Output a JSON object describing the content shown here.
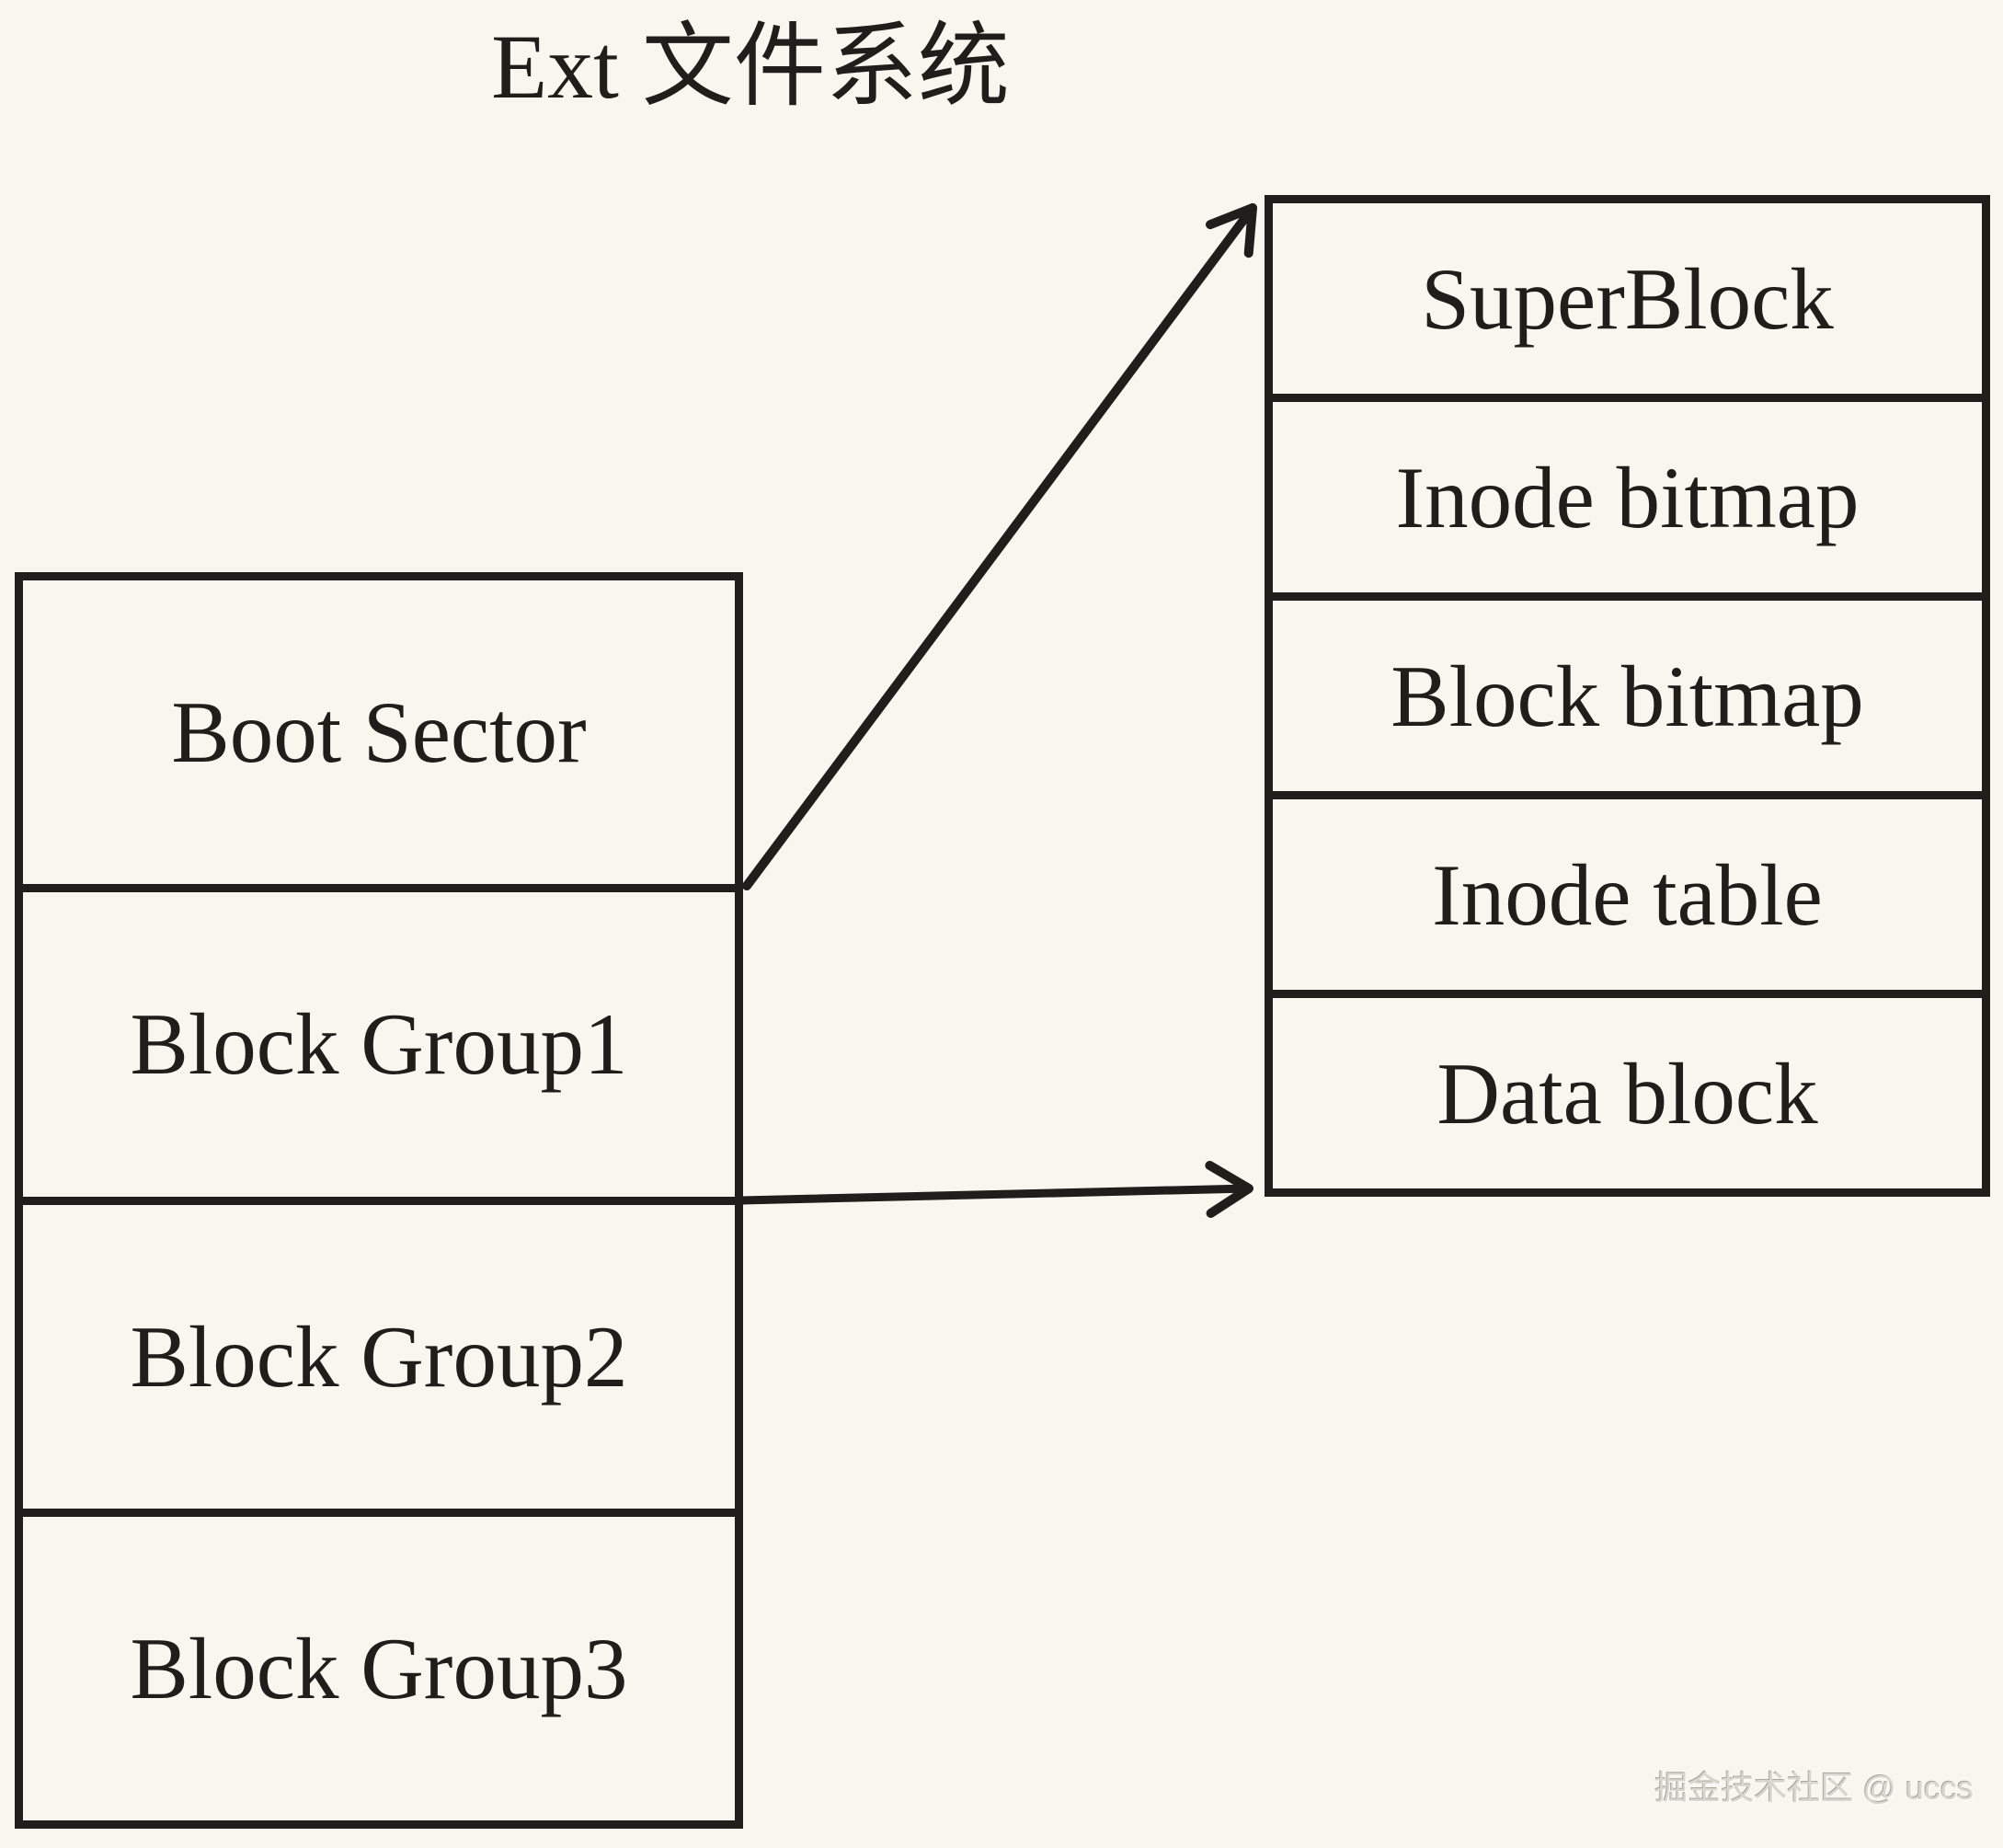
{
  "title": "Ext 文件系统",
  "colors": {
    "background": "#f9f5ef",
    "line": "#201d1a",
    "watermark": "#d9d5cf"
  },
  "disk": {
    "rows": [
      {
        "label": "Boot Sector"
      },
      {
        "label": "Block Group1"
      },
      {
        "label": "Block Group2"
      },
      {
        "label": "Block Group3"
      }
    ]
  },
  "block_group_detail": {
    "rows": [
      {
        "label": "SuperBlock"
      },
      {
        "label": "Inode bitmap"
      },
      {
        "label": "Block bitmap"
      },
      {
        "label": "Inode table"
      },
      {
        "label": "Data block"
      }
    ]
  },
  "arrows": [
    {
      "from": "Block Group1 top boundary",
      "to": "detail table top (SuperBlock)"
    },
    {
      "from": "Block Group1 bottom boundary",
      "to": "detail table bottom (Data block)"
    }
  ],
  "watermark": "掘金技术社区 @ uccs"
}
